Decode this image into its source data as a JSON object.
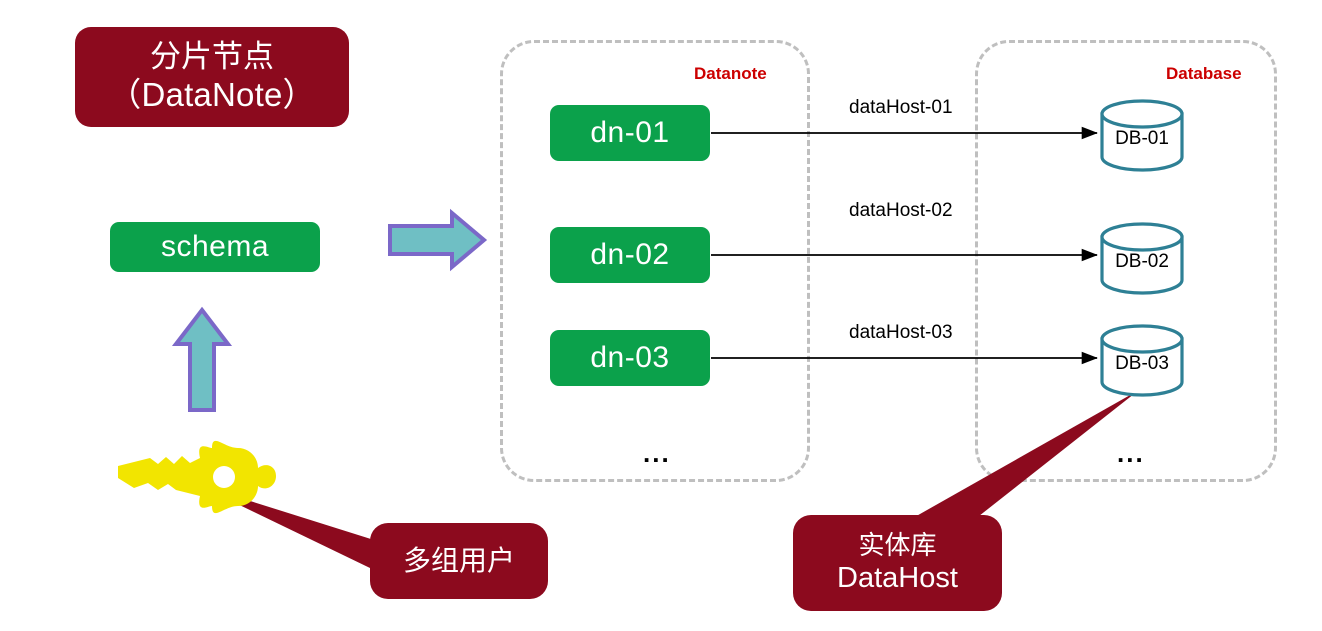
{
  "diagram": {
    "title_banner": {
      "line_cn": "分片节点",
      "line_en": "（DataNote）"
    },
    "schema_label": "schema",
    "groups": [
      {
        "name": "datanote",
        "label": "Datanote",
        "ellipsis": "..."
      },
      {
        "name": "database",
        "label": "Database",
        "ellipsis": "..."
      }
    ],
    "nodes": [
      {
        "label": "dn-01"
      },
      {
        "label": "dn-02"
      },
      {
        "label": "dn-03"
      }
    ],
    "edges": [
      {
        "label": "dataHost-01"
      },
      {
        "label": "dataHost-02"
      },
      {
        "label": "dataHost-03"
      }
    ],
    "databases": [
      {
        "label": "DB-01"
      },
      {
        "label": "DB-02"
      },
      {
        "label": "DB-03"
      }
    ],
    "callouts": {
      "users": {
        "text": "多组用户"
      },
      "datahost": {
        "line_cn": "实体库",
        "line_en": "DataHost"
      }
    },
    "icons": {
      "key": "key-icon",
      "block_arrow_right": "block-arrow-right-icon",
      "block_arrow_up": "block-arrow-up-icon"
    },
    "colors": {
      "dark_red": "#8C0A1E",
      "green": "#0BA14B",
      "group_dash": "#BFBFBF",
      "group_label_red": "#CC0000",
      "cylinder_stroke": "#2E8095",
      "block_arrow_fill": "#6FBFC4",
      "block_arrow_stroke": "#7B68C8",
      "key_yellow": "#F2E500"
    }
  }
}
